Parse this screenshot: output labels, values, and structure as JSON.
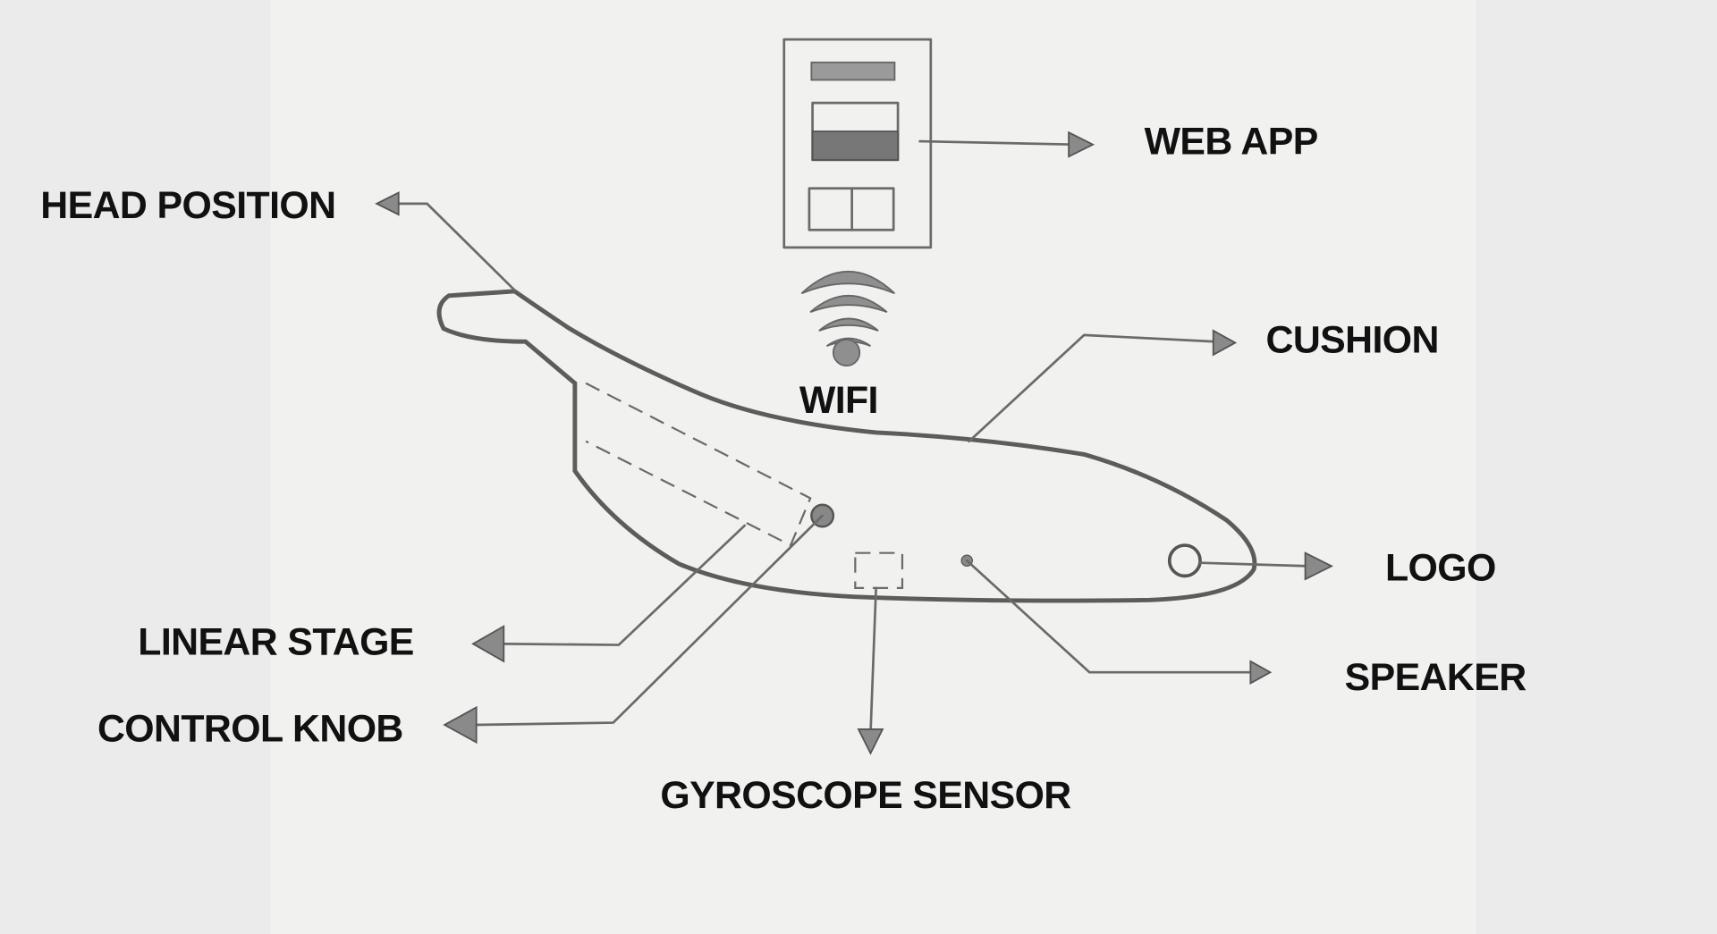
{
  "diagram": {
    "labels": {
      "web_app": "WEB APP",
      "head_position": "HEAD POSITION",
      "cushion": "CUSHION",
      "wifi": "WIFI",
      "logo": "LOGO",
      "linear_stage": "LINEAR STAGE",
      "speaker": "SPEAKER",
      "control_knob": "CONTROL KNOB",
      "gyroscope_sensor": "GYROSCOPE SENSOR"
    },
    "icons": [
      "phone-sketch-icon",
      "wifi-icon",
      "device-body-sketch"
    ],
    "colors": {
      "background": "#ebebeb",
      "paper": "#f1f1f0",
      "ink": "#111111",
      "pencil": "#6a6a6a"
    }
  }
}
